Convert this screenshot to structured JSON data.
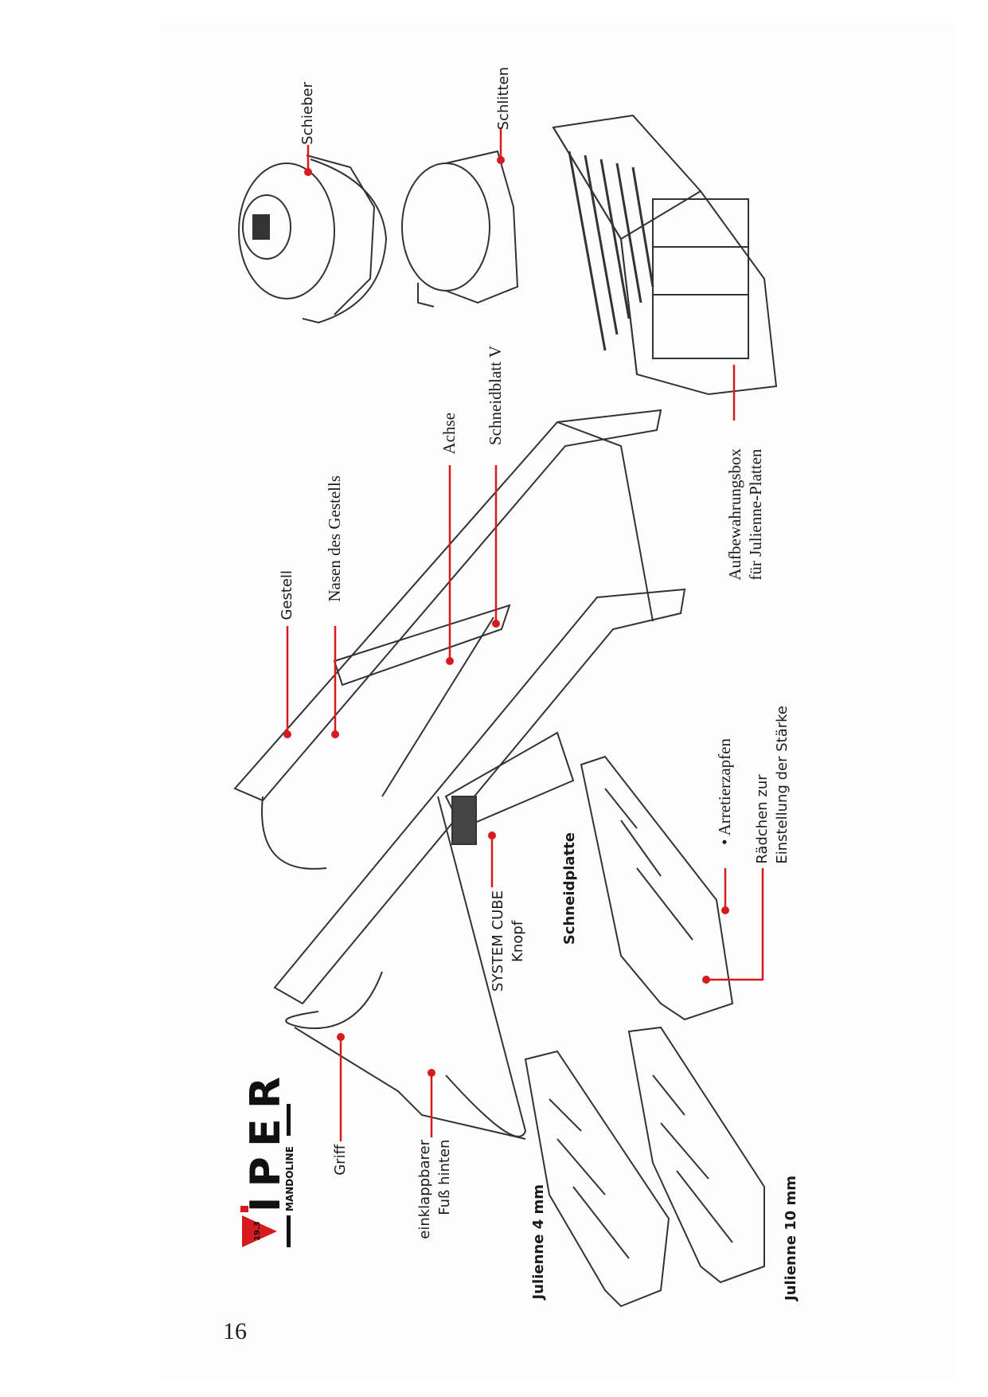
{
  "page_number": "16",
  "logo": {
    "brand": "VIPER",
    "sub": "MANDOLINE",
    "badge": "19.3",
    "accent": "#d71920"
  },
  "labels": {
    "schieber": "Schieber",
    "schlitten": "Schlitten",
    "schneidblatt": "Schneidblatt V",
    "achse": "Achse",
    "nasen": "Nasen des Gestells",
    "gestell": "Gestell",
    "box_line1": "Aufbewahrungsbox",
    "box_line2": "für Julienne-Platten",
    "arretier": "• Arretierzapfen",
    "raedchen_line1": "Rädchen zur",
    "raedchen_line2": "Einstellung der Stärke",
    "schneidplatte": "Schneidplatte",
    "cube_line1": "SYSTEM CUBE",
    "cube_line2": "Knopf",
    "griff": "Griff",
    "fuss_line1": "einklappbarer",
    "fuss_line2": "Fuß hinten",
    "julienne4": "Julienne 4 mm",
    "julienne10": "Julienne 10 mm"
  },
  "colors": {
    "callout": "#d71920",
    "line": "#333333"
  }
}
